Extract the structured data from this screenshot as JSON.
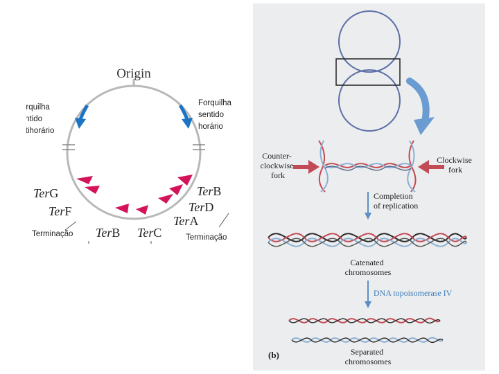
{
  "left": {
    "origin_label": "Origin",
    "fork_ccw": [
      "Forquilha",
      "sentido",
      "antihorário"
    ],
    "fork_cw": [
      "Forquilha",
      "sentido",
      "horário"
    ],
    "ter_prefix": "Ter",
    "ter_sites": {
      "G": "G",
      "F": "F",
      "B_left": "B",
      "C": "C",
      "B_right": "B",
      "D": "D",
      "A": "A"
    },
    "termination_left": "Terminação",
    "termination_right": "Terminação",
    "colors": {
      "circle": "#b8b8b8",
      "fork_arrow": "#1c74c4",
      "ter_arrow": "#d4145a"
    }
  },
  "right": {
    "ccw_fork": [
      "Counter-",
      "clockwise",
      "fork"
    ],
    "cw_fork": [
      "Clockwise",
      "fork"
    ],
    "completion": [
      "Completion",
      "of replication"
    ],
    "catenated": [
      "Catenated",
      "chromosomes"
    ],
    "topo": "DNA topoisomerase IV",
    "panel_label": "(b)",
    "separated": [
      "Separated",
      "chromosomes"
    ],
    "colors": {
      "ring": "#5c70a8",
      "down_arrow": "#6a9bd1",
      "dna_red": "#c44a55",
      "dna_blue": "#8ab0d4",
      "dna_dark": "#2b2b2b",
      "topo_text": "#3a7ab8"
    }
  }
}
